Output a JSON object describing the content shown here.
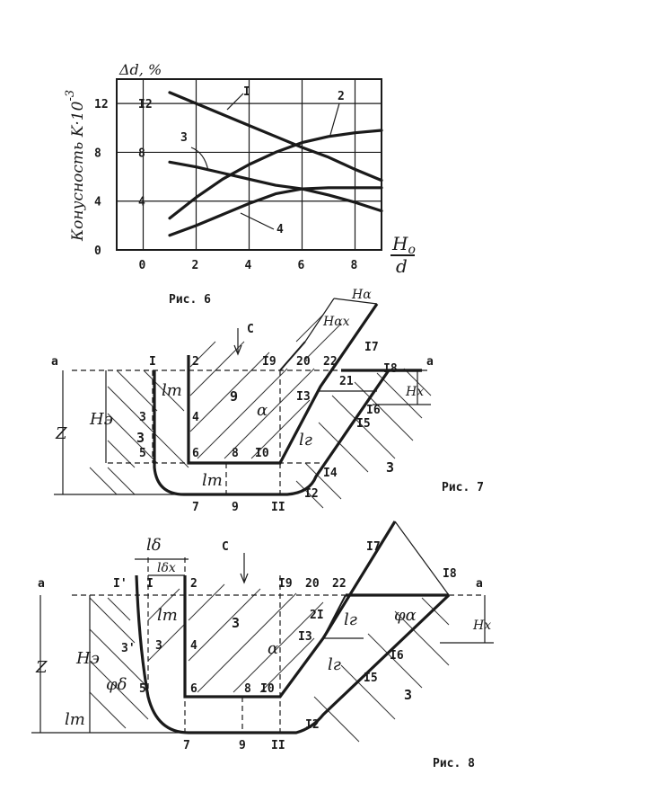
{
  "chart_data": {
    "type": "line",
    "ylabel": "Конусность K·10",
    "ylabel_exponent": "-3",
    "ylabel_secondary": "Δd, %",
    "xlabel_num": "H",
    "xlabel_sub": "o",
    "xlabel_den": "d",
    "xlim": [
      -1,
      9
    ],
    "ylim": [
      0,
      14
    ],
    "x_ticks": [
      "0",
      "2",
      "4",
      "6",
      "8"
    ],
    "x_tick_values": [
      0,
      2,
      4,
      6,
      8
    ],
    "y_ticks": [
      "0",
      "4",
      "8",
      "12"
    ],
    "y_tick_values": [
      0,
      4,
      8,
      12
    ],
    "y_ticks_secondary": [
      "4",
      "8",
      "I2"
    ],
    "y_ticks_secondary_values": [
      4,
      8,
      12
    ],
    "grid": true,
    "series": [
      {
        "name": "I",
        "x": [
          1,
          2,
          3,
          4,
          5,
          6,
          7,
          8,
          9
        ],
        "y": [
          12.9,
          12.0,
          11.1,
          10.2,
          9.3,
          8.4,
          7.6,
          6.6,
          5.7
        ]
      },
      {
        "name": "2",
        "x": [
          1,
          2,
          3,
          4,
          5,
          6,
          7,
          8,
          9
        ],
        "y": [
          2.6,
          4.3,
          5.8,
          7.0,
          8.0,
          8.8,
          9.3,
          9.6,
          9.8
        ]
      },
      {
        "name": "3",
        "x": [
          1,
          2,
          3,
          4,
          5,
          6,
          7,
          8,
          9
        ],
        "y": [
          7.2,
          6.8,
          6.3,
          5.8,
          5.3,
          5.0,
          4.5,
          3.9,
          3.2
        ]
      },
      {
        "name": "4",
        "x": [
          1,
          2,
          3,
          4,
          5,
          6,
          7,
          8,
          9
        ],
        "y": [
          1.2,
          2.0,
          2.9,
          3.8,
          4.6,
          5.0,
          5.1,
          5.1,
          5.1
        ]
      }
    ]
  },
  "captions": {
    "fig6": "Рис. 6",
    "fig7": "Рис. 7",
    "fig8": "Рис. 8"
  },
  "fig7": {
    "labels": {
      "a_left": "a",
      "a_right": "a",
      "c": "C",
      "p1": "I",
      "p2": "2",
      "p3": "3",
      "p4": "4",
      "p5": "5",
      "p6": "6",
      "p7": "7",
      "p8": "8",
      "p9": "9",
      "p10": "I0",
      "p11": "II",
      "p12": "I2",
      "p13": "I3",
      "p14": "I4",
      "p15": "I5",
      "p16": "I6",
      "p17": "I7",
      "p18": "I8",
      "p19": "I9",
      "p20": "20",
      "p21": "21",
      "p22": "22",
      "z": "Z",
      "he": "Hэ",
      "hx": "Hx",
      "halpha": "Hα",
      "hax": "Hαx",
      "lt": "lт",
      "lt2": "lт",
      "lr": "lг",
      "alpha": "α",
      "zone3": "3",
      "zone9": "9",
      "zone3r": "3"
    }
  },
  "fig8": {
    "labels": {
      "a_left": "a",
      "a_right": "a",
      "c": "C",
      "p1p": "I'",
      "p1": "I",
      "p2": "2",
      "p3p": "3'",
      "p3": "3",
      "p4": "4",
      "p5": "5",
      "p6": "6",
      "p7": "7",
      "p8": "8",
      "p9": "9",
      "p10": "I0",
      "p11": "II",
      "p12": "I2",
      "p13": "I3",
      "p15": "I5",
      "p16": "I6",
      "p17": "I7",
      "p18": "I8",
      "p19": "I9",
      "p20": "20",
      "p21": "2I",
      "p22": "22",
      "z": "Z",
      "he": "Hэ",
      "hx": "Hx",
      "ld": "lδ",
      "ldx": "lδx",
      "lt": "lт",
      "lt_left": "lт",
      "lr": "lг",
      "lr2": "lг",
      "phi_d": "φδ",
      "phi_a": "φα",
      "alpha": "α",
      "zone3": "3",
      "zone3r": "3"
    }
  }
}
